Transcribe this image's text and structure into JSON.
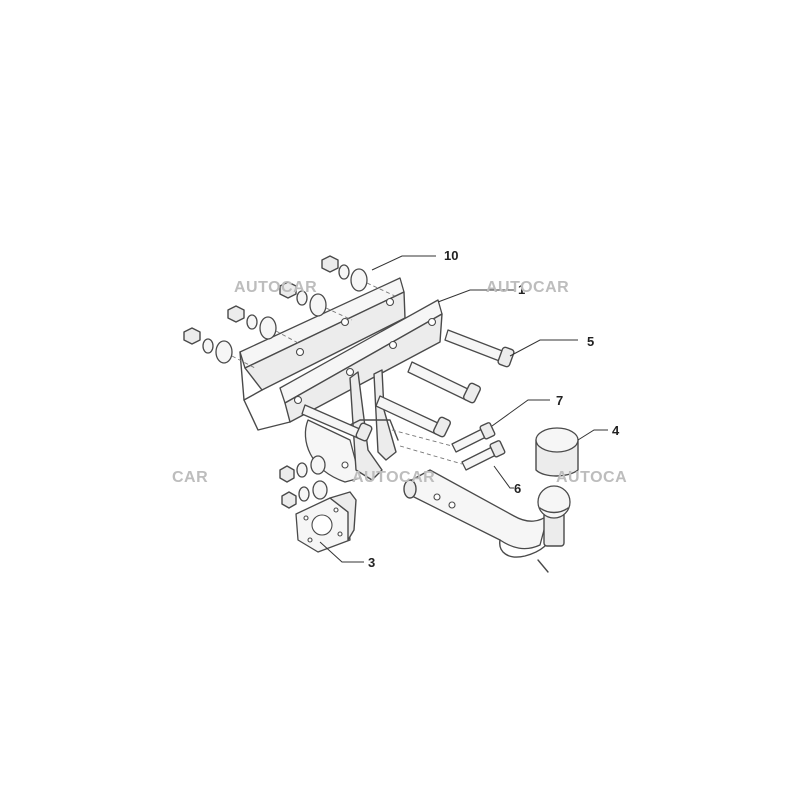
{
  "callouts": {
    "c10": "10",
    "c1": "1",
    "c5": "5",
    "c7": "7",
    "c4": "4",
    "c6": "6",
    "c3": "3"
  },
  "watermarks": {
    "w1": "AUTOCAR",
    "w2": "AUTOCAR",
    "w3": "CAR",
    "w4": "AUTOCAR",
    "w5": "AUTOCA"
  },
  "colors": {
    "line": "#4a4a4a",
    "watermark": "#bdbdbd",
    "background": "#ffffff"
  }
}
